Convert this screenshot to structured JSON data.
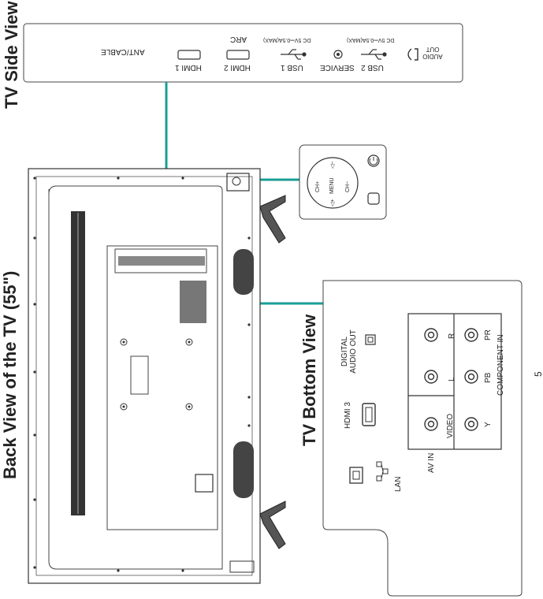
{
  "titles": {
    "tv_side_view": "TV Side View",
    "back_view": "Back View of the TV (55\")",
    "tv_bottom_view": "TV Bottom View"
  },
  "side_panel": {
    "ant_cable": "ANT/CABLE",
    "hdmi1": "HDMI 1",
    "hdmi2": "HDMI 2",
    "arc": "ARC",
    "usb1": "USB 1",
    "usb1_rating": "DC 5V⎓0.5A(MAX)",
    "service": "SERVICE",
    "usb2": "USB 2",
    "usb2_rating": "DC 5V⎓0.5A(MAX)",
    "audio_out": "AUDIO OUT"
  },
  "control_panel": {
    "ch_plus": "CH+",
    "ch_minus": "CH−",
    "menu": "MENU",
    "vol_plus": "◁+",
    "vol_minus": "◁−"
  },
  "bottom_panel": {
    "digital_audio_out": "DIGITAL AUDIO OUT",
    "hdmi3": "HDMI 3",
    "lan": "LAN",
    "av_in": "AV IN",
    "video": "VIDEO",
    "l": "L",
    "r": "R",
    "y": "Y",
    "pb": "PB",
    "pr": "PR",
    "component_in": "COMPONENT IN"
  },
  "page_number": "5"
}
